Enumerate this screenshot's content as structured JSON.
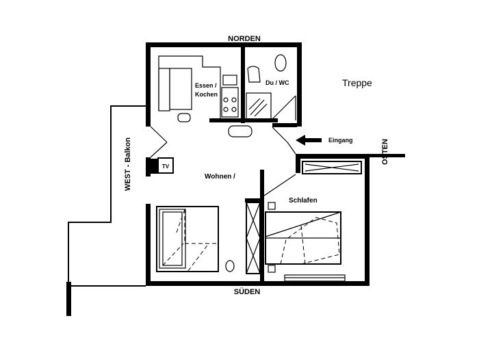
{
  "labels": {
    "north": "NORDEN",
    "south": "SÜDEN",
    "east": "OSTEN",
    "west_balcony": "WEST - Balkon",
    "dining_kitchen_line1": "Essen /",
    "dining_kitchen_line2": "Kochen",
    "bath": "Du / WC",
    "stairs": "Treppe",
    "entrance": "Eingang",
    "tv": "TV",
    "living": "Wohnen /",
    "bedroom": "Schlafen"
  },
  "colors": {
    "walls": "#000000",
    "background": "#ffffff"
  },
  "icons": {
    "entrance_arrow": "arrow-left-icon"
  }
}
